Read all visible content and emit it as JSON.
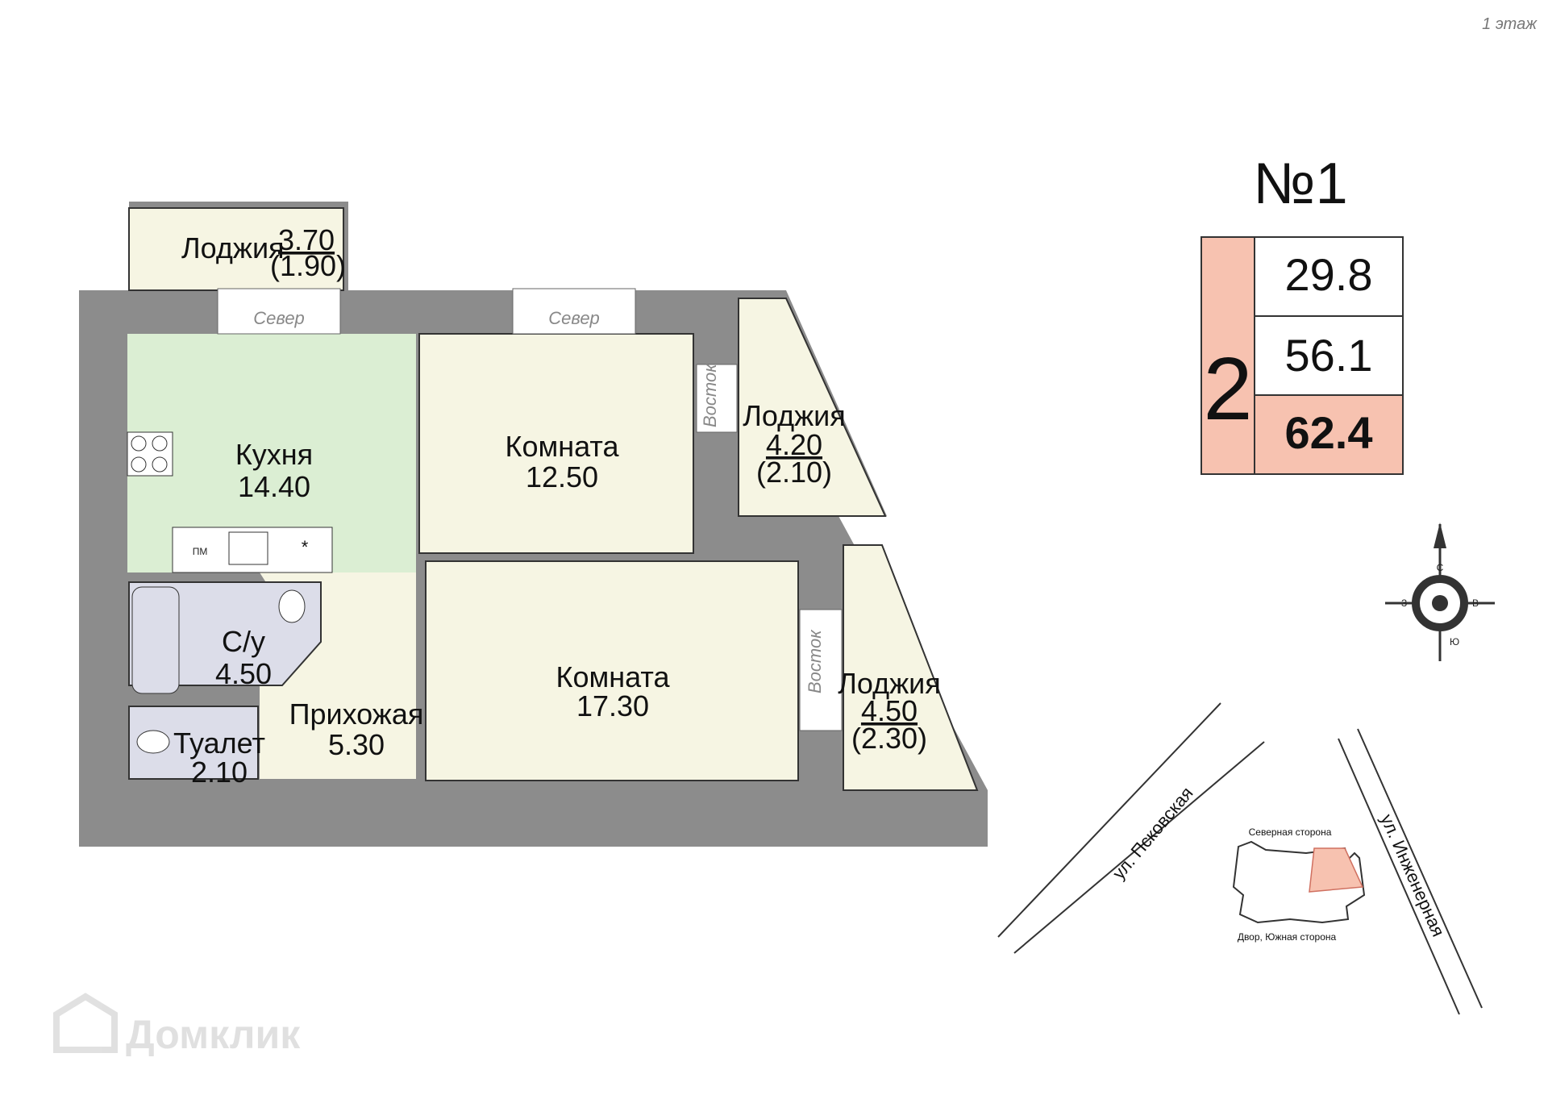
{
  "floor_label": "1 этаж",
  "apartment_number": "№1",
  "rooms_count": "2",
  "areas": {
    "living": "29.8",
    "total": "56.1",
    "total_with_loggias": "62.4"
  },
  "rooms": {
    "loggia_top": {
      "name": "Лоджия",
      "area": "3.70",
      "reduced": "(1.90)"
    },
    "kitchen": {
      "name": "Кухня",
      "area": "14.40"
    },
    "room1": {
      "name": "Комната",
      "area": "12.50"
    },
    "loggia_east1": {
      "name": "Лоджия",
      "area": "4.20",
      "reduced": "(2.10)"
    },
    "room2": {
      "name": "Комната",
      "area": "17.30"
    },
    "loggia_east2": {
      "name": "Лоджия",
      "area": "4.50",
      "reduced": "(2.30)"
    },
    "bathroom": {
      "name": "С/у",
      "area": "4.50"
    },
    "toilet": {
      "name": "Туалет",
      "area": "2.10"
    },
    "hall": {
      "name": "Прихожая",
      "area": "5.30"
    }
  },
  "window_labels": {
    "north": "Север",
    "east": "Восток"
  },
  "kitchen_marks": {
    "dishwasher": "ПМ",
    "star": "*"
  },
  "compass": {
    "n": "С",
    "s": "Ю",
    "w": "З",
    "e": "В"
  },
  "streets": {
    "pskovskaya": "ул. Псковская",
    "inzhenernaya": "ул. Инженерная"
  },
  "building_map": {
    "north_side": "Северная сторона",
    "south_side": "Двор, Южная сторона"
  },
  "watermark": "Домклик",
  "colors": {
    "kitchen_fill": "#dbeed3",
    "loggia_fill": "#f6f5e3",
    "bath_fill": "#dcdde9",
    "wall": "#8c8c8c",
    "badge_fill": "#f7c2b0",
    "highlight_fill": "#f7c2b0"
  }
}
